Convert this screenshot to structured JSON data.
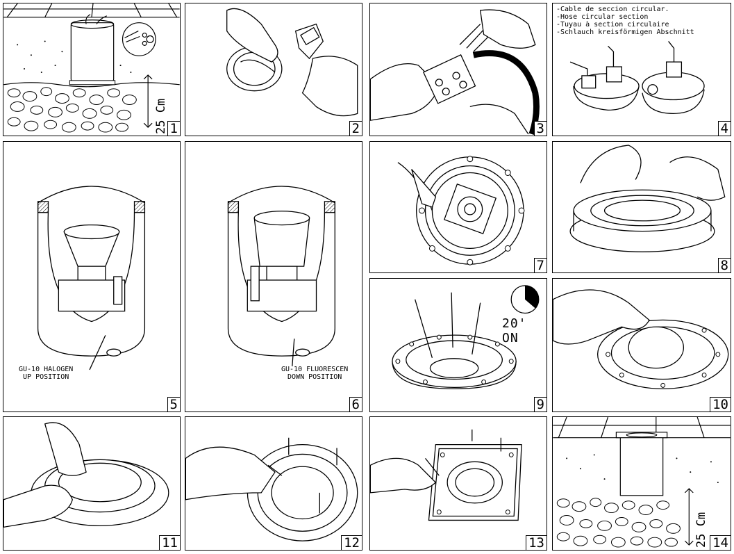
{
  "panels": [
    {
      "number": "1"
    },
    {
      "number": "2"
    },
    {
      "number": "3"
    },
    {
      "number": "4"
    },
    {
      "number": "5"
    },
    {
      "number": "6"
    },
    {
      "number": "7"
    },
    {
      "number": "8"
    },
    {
      "number": "9"
    },
    {
      "number": "10"
    },
    {
      "number": "11"
    },
    {
      "number": "12"
    },
    {
      "number": "13"
    },
    {
      "number": "14"
    }
  ],
  "cable_note": [
    "-Cable de seccion circular.",
    "-Hose circular section",
    "-Tuyau à section circulaire",
    "-Schlauch kreisförmigen Abschnitt"
  ],
  "halogen_caption": "GU-10 HALOGEN\nUP POSITION",
  "fluorescent_caption": "GU-10 FLUORESCEN\nDOWN POSITION",
  "timer_label": "20' ON",
  "depth_label": "25 Cm"
}
